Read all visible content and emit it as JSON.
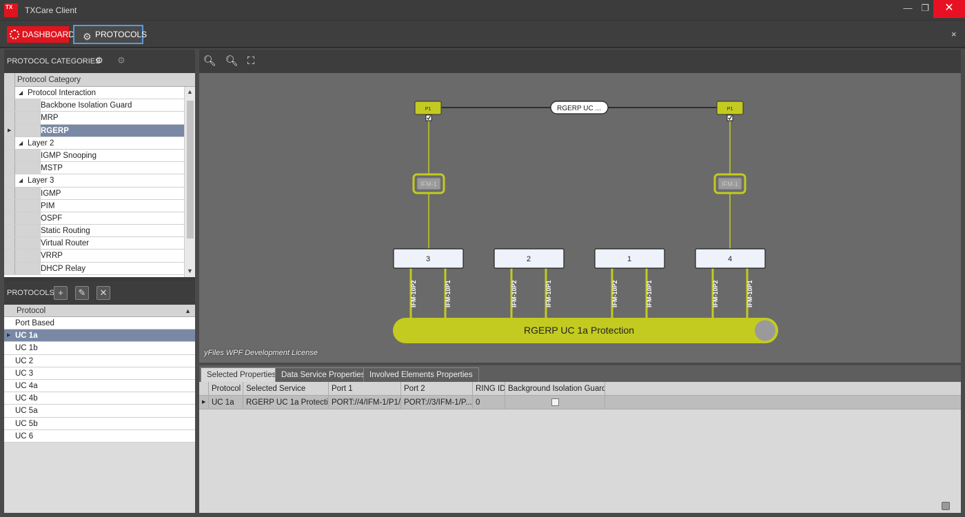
{
  "window": {
    "title": "TXCare Client",
    "logo_text": "TX",
    "minimize": "—",
    "maximize": "❐",
    "close": "✕"
  },
  "tabs": {
    "dashboard": "DASHBOARD",
    "protocols": "PROTOCOLS",
    "close": "×"
  },
  "categories": {
    "header": "PROTOCOL CATEGORIES",
    "column": "Protocol Category",
    "rows": [
      {
        "label": "Protocol Interaction",
        "type": "group"
      },
      {
        "label": "Backbone Isolation Guard",
        "type": "child"
      },
      {
        "label": "MRP",
        "type": "child"
      },
      {
        "label": "RGERP",
        "type": "child",
        "selected": true
      },
      {
        "label": "Layer 2",
        "type": "group"
      },
      {
        "label": "IGMP Snooping",
        "type": "child"
      },
      {
        "label": "MSTP",
        "type": "child"
      },
      {
        "label": "Layer 3",
        "type": "group"
      },
      {
        "label": "IGMP",
        "type": "child"
      },
      {
        "label": "PIM",
        "type": "child"
      },
      {
        "label": "OSPF",
        "type": "child"
      },
      {
        "label": "Static Routing",
        "type": "child"
      },
      {
        "label": "Virtual Router",
        "type": "child"
      },
      {
        "label": "VRRP",
        "type": "child"
      },
      {
        "label": "DHCP Relay",
        "type": "child"
      }
    ]
  },
  "protocols": {
    "header": "PROTOCOLS",
    "column": "Protocol",
    "rows": [
      "Port Based",
      "UC 1a",
      "UC 1b",
      "UC 2",
      "UC 3",
      "UC 4a",
      "UC 4b",
      "UC 5a",
      "UC 5b",
      "UC 6"
    ],
    "selected_index": 1
  },
  "diagram": {
    "service_label": "RGERP UC ...",
    "port_left": "P1",
    "port_right": "P1",
    "ifm_left": "IFM-1",
    "ifm_right": "IFM-1",
    "switches": [
      "3",
      "2",
      "1",
      "4"
    ],
    "links": [
      "IFM-10P2",
      "IFM-10P1",
      "IFM-10P2",
      "IFM-10P1",
      "IFM-10P2",
      "IFM-10P1",
      "IFM-10P2",
      "IFM-10P1"
    ],
    "ring_label": "RGERP UC 1a Protection",
    "accent": "#c3cb20",
    "watermark": "yFiles WPF Development License"
  },
  "properties": {
    "tabs": [
      "Selected Properties",
      "Data Service Properties",
      "Involved Elements Properties"
    ],
    "columns": [
      "Protocol",
      "Selected Service",
      "Port 1",
      "Port 2",
      "RING ID",
      "Background Isolation Guard"
    ],
    "row": [
      "UC 1a",
      "RGERP UC 1a Protecti...",
      "PORT://4/IFM-1/P1/",
      "PORT://3/IFM-1/P...",
      "0",
      ""
    ]
  }
}
